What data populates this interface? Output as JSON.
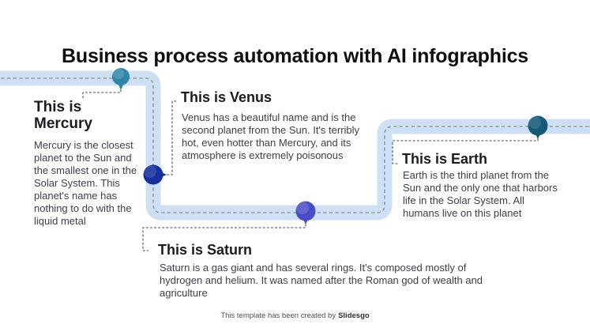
{
  "slide": {
    "title": "Business process automation with AI infographics"
  },
  "road": {
    "fill_color": "#cfe0f5",
    "centerline_color": "#8f9dad",
    "connector_color": "#4d4d4d"
  },
  "steps": [
    {
      "id": "mercury",
      "heading": "This is Mercury",
      "body": "Mercury is the closest planet to the Sun and the smallest one in the Solar System. This planet's name has nothing to do with the liquid metal",
      "marker_color": "#2f87a8"
    },
    {
      "id": "venus",
      "heading": "This is Venus",
      "body": "Venus has a beautiful name and is the second planet from the Sun. It's terribly hot, even hotter than Mercury, and its atmosphere is extremely poisonous",
      "marker_color": "#152f9e"
    },
    {
      "id": "saturn",
      "heading": "This is Saturn",
      "body": "Saturn is a gas giant and has several rings. It's composed mostly of hydrogen and helium. It was named after the Roman god of wealth and agriculture",
      "marker_color": "#4a4bc6"
    },
    {
      "id": "earth",
      "heading": "This is Earth",
      "body": "Earth is the third planet from the Sun and the only one that harbors life in the Solar System. All humans live on this planet",
      "marker_color": "#155a78"
    }
  ],
  "footer": {
    "prefix": "This template has been created by",
    "brand": "Slidesgo"
  }
}
